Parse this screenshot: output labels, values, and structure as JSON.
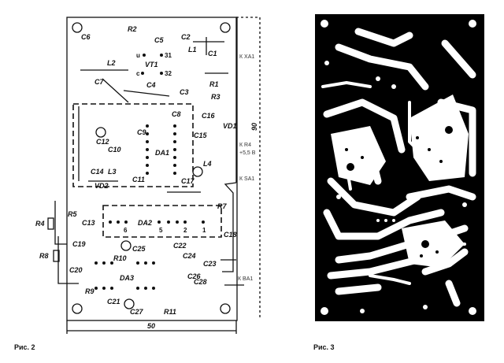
{
  "figure2": {
    "caption": "Рис. 2",
    "dimension_width": "50",
    "dimension_height": "90",
    "components": [
      "C6",
      "R2",
      "C5",
      "C2",
      "L1",
      "C1",
      "VT1",
      "L2",
      "C7",
      "C4",
      "C3",
      "R1",
      "R3",
      "C8",
      "C16",
      "VD1",
      "C9",
      "C12",
      "C15",
      "C10",
      "DA1",
      "L4",
      "C14",
      "L3",
      "C11",
      "C17",
      "VD2",
      "R4",
      "R5",
      "C13",
      "DA2",
      "R7",
      "C18",
      "C19",
      "R8",
      "R10",
      "C25",
      "C22",
      "C24",
      "C23",
      "C20",
      "DA3",
      "C26",
      "C28",
      "R9",
      "C21",
      "C27",
      "R11"
    ],
    "transistor_pins": [
      "u",
      "31",
      "c",
      "32"
    ],
    "da2_pins": [
      "6",
      "5",
      "2",
      "1"
    ],
    "connections": [
      "К XA1",
      "К R4",
      "+5,5 В",
      "К SA1",
      "К BA1"
    ]
  },
  "figure3": {
    "caption": "Рис. 3"
  }
}
